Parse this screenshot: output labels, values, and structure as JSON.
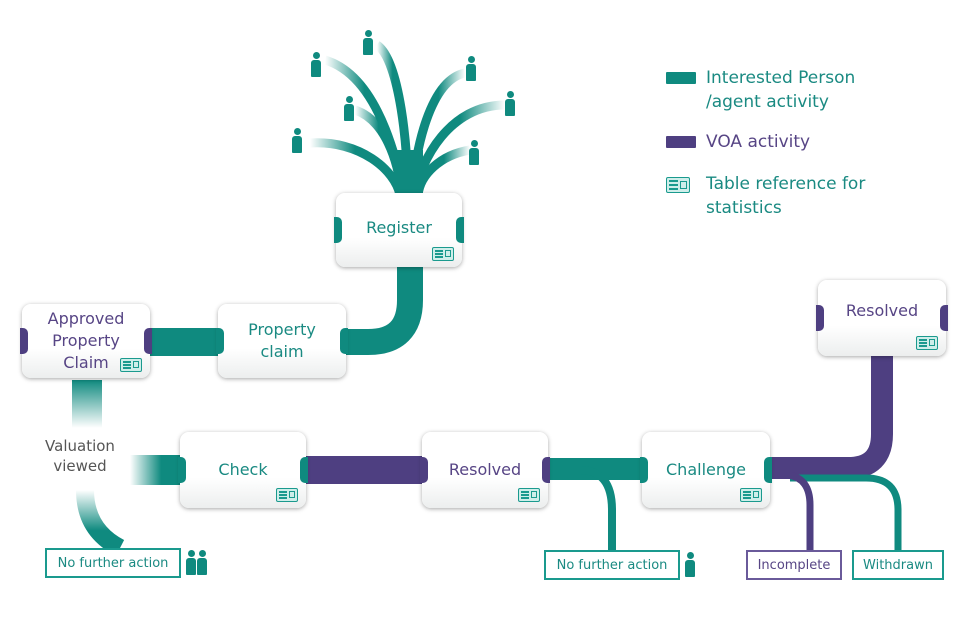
{
  "legend": {
    "items": [
      {
        "label_line1": "Interested Person",
        "label_line2": "/agent activity",
        "color": "#0f8a7f",
        "type": "line-swatch"
      },
      {
        "label_line1": "VOA activity",
        "label_line2": "",
        "color": "#4e3f81",
        "type": "line-swatch"
      },
      {
        "label_line1": "Table reference for",
        "label_line2": "statistics",
        "color": "#1a9a8e",
        "type": "table-icon"
      }
    ]
  },
  "colors": {
    "interested_person": "#0f8a7f",
    "voa": "#4e3f81",
    "text_teal": "#1a8a82",
    "text_purple": "#574585"
  },
  "nodes": {
    "register": {
      "label": "Register"
    },
    "property_claim": {
      "label_line1": "Property",
      "label_line2": "claim"
    },
    "approved_property_claim": {
      "label_line1": "Approved",
      "label_line2": "Property",
      "label_line3": "Claim"
    },
    "check": {
      "label": "Check"
    },
    "resolved_check": {
      "label": "Resolved"
    },
    "challenge": {
      "label": "Challenge"
    },
    "resolved_challenge": {
      "label": "Resolved"
    }
  },
  "labels": {
    "valuation_viewed_line1": "Valuation",
    "valuation_viewed_line2": "viewed"
  },
  "outcomes": {
    "nfa_1": "No further action",
    "nfa_2": "No further action",
    "incomplete": "Incomplete",
    "withdrawn": "Withdrawn"
  }
}
